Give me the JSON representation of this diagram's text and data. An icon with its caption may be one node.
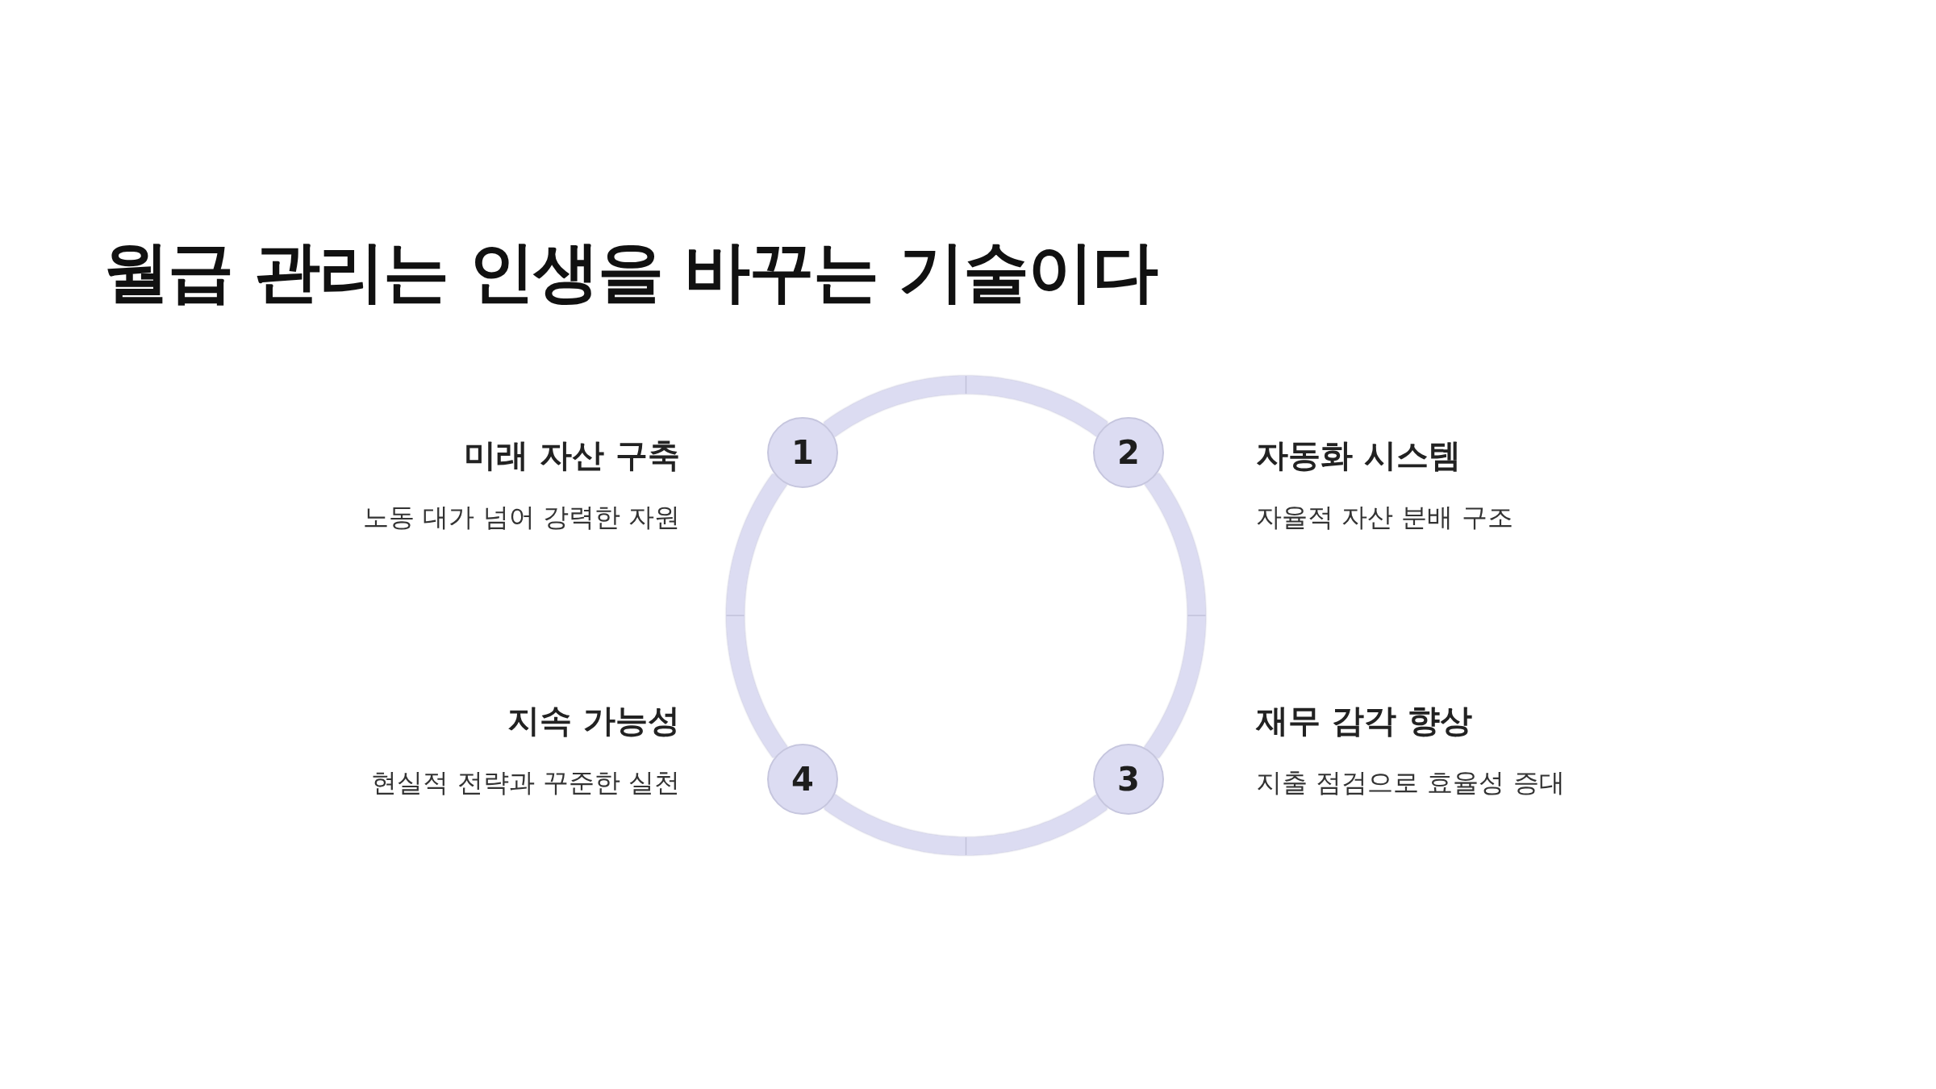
{
  "diagram": {
    "title": "월급 관리는 인생을 바꾸는 기술이다",
    "nodes": [
      {
        "text": [
          "1"
        ],
        "beside": [
          "미래 자산 구축",
          "노동 대가 넘어 강력한 자원"
        ]
      },
      {
        "text": [
          "2"
        ],
        "beside": [
          "자동화 시스템",
          "자율적 자산 분배 구조"
        ]
      },
      {
        "text": [
          "3"
        ],
        "beside": [
          "재무 감각 향상",
          "지출 점검으로 효율성 증대"
        ]
      },
      {
        "text": [
          "4"
        ],
        "beside": [
          "지속 가능성",
          "현실적 전략과 꾸준한 실천"
        ]
      }
    ],
    "edges": [
      {
        "from": 0,
        "to": 1,
        "arrow": "none"
      },
      {
        "from": 1,
        "to": 2,
        "arrow": "none"
      },
      {
        "from": 2,
        "to": 3,
        "arrow": "none"
      },
      {
        "from": 3,
        "to": 0,
        "arrow": "none"
      }
    ]
  }
}
